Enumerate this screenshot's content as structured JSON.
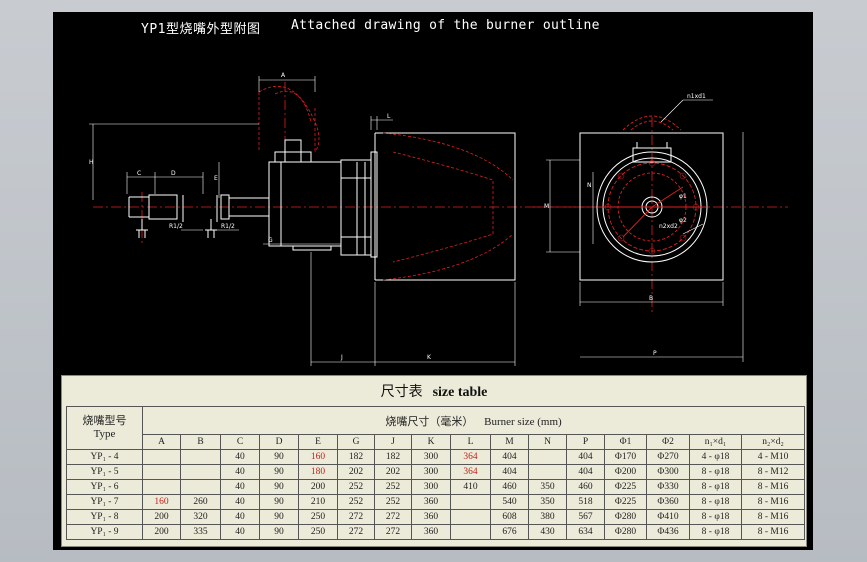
{
  "title": {
    "cn": "YP1型烧嘴外型附图",
    "en": "Attached drawing of the burner outline"
  },
  "drawing_labels": {
    "A": "A",
    "B": "B",
    "C": "C",
    "D": "D",
    "E": "E",
    "G": "G",
    "H": "H",
    "J": "J",
    "K": "K",
    "L": "L",
    "M": "M",
    "N": "N",
    "P": "P",
    "d1_hole": "n1xd1",
    "d2_hole": "n2xd2",
    "phi1": "φ1",
    "phi2": "φ2",
    "pipe1": "R1/2",
    "pipe2": "R1/2"
  },
  "table": {
    "title_cn": "尺寸表",
    "title_en": "size table",
    "type_header_cn": "烧嘴型号",
    "type_header_en": "Type",
    "size_header_cn": "烧嘴尺寸（毫米）",
    "size_header_en": "Burner size (mm)",
    "columns": [
      "A",
      "B",
      "C",
      "D",
      "E",
      "G",
      "J",
      "K",
      "L",
      "M",
      "N",
      "P",
      "Φ1",
      "Φ2",
      "n₁×d₁",
      "n₂×d₂"
    ],
    "rows": [
      {
        "type": "YP₁ - 4",
        "cells": [
          "",
          "",
          "40",
          "90",
          "160",
          "182",
          "182",
          "300",
          "364",
          "404",
          "",
          "404",
          "Φ170",
          "Φ270",
          "4 - φ18",
          "4 - M10"
        ]
      },
      {
        "type": "YP₁ - 5",
        "cells": [
          "",
          "",
          "40",
          "90",
          "180",
          "202",
          "202",
          "300",
          "364",
          "404",
          "",
          "404",
          "Φ200",
          "Φ300",
          "8 - φ18",
          "8 - M12"
        ]
      },
      {
        "type": "YP₁ - 6",
        "cells": [
          "",
          "",
          "40",
          "90",
          "200",
          "252",
          "252",
          "300",
          "410",
          "460",
          "350",
          "460",
          "Φ225",
          "Φ330",
          "8 - φ18",
          "8 - M16"
        ]
      },
      {
        "type": "YP₁ - 7",
        "cells": [
          "160",
          "260",
          "40",
          "90",
          "210",
          "252",
          "252",
          "360",
          "",
          "540",
          "350",
          "518",
          "Φ225",
          "Φ360",
          "8 - φ18",
          "8 - M16"
        ]
      },
      {
        "type": "YP₁ - 8",
        "cells": [
          "200",
          "320",
          "40",
          "90",
          "250",
          "272",
          "272",
          "360",
          "",
          "608",
          "380",
          "567",
          "Φ280",
          "Φ410",
          "8 - φ18",
          "8 - M16"
        ]
      },
      {
        "type": "YP₁ - 9",
        "cells": [
          "200",
          "335",
          "40",
          "90",
          "250",
          "272",
          "272",
          "360",
          "",
          "676",
          "430",
          "634",
          "Φ280",
          "Φ436",
          "8 - φ18",
          "8 - M16"
        ]
      }
    ],
    "red_cells": [
      [
        0,
        4
      ],
      [
        0,
        8
      ],
      [
        1,
        4
      ],
      [
        1,
        8
      ],
      [
        3,
        0
      ]
    ]
  }
}
